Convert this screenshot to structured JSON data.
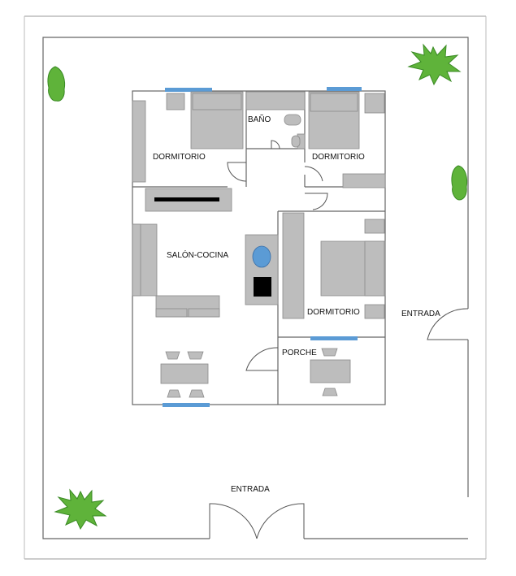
{
  "labels": {
    "bano": "BAÑO",
    "dormitorio_1": "DORMITORIO",
    "dormitorio_2": "DORMITORIO",
    "dormitorio_3": "DORMITORIO",
    "salon_cocina": "SALÓN-COCINA",
    "porche": "PORCHE",
    "entrada_side": "ENTRADA",
    "entrada_bottom": "ENTRADA"
  },
  "colors": {
    "window": "#5b9bd5",
    "furniture": "#bdbdbd",
    "furniture_stroke": "#8a8a8a",
    "plant": "#5fb33a",
    "plant_dark": "#3a8a24",
    "wall": "#666666",
    "stove": "#000000",
    "sink": "#5b9bd5"
  },
  "icons": [
    "bush-icon",
    "tree-icon",
    "sink-icon",
    "stove-icon",
    "toilet-icon",
    "bed-icon",
    "table-icon",
    "chair-icon",
    "door-swing-icon",
    "window-icon"
  ]
}
